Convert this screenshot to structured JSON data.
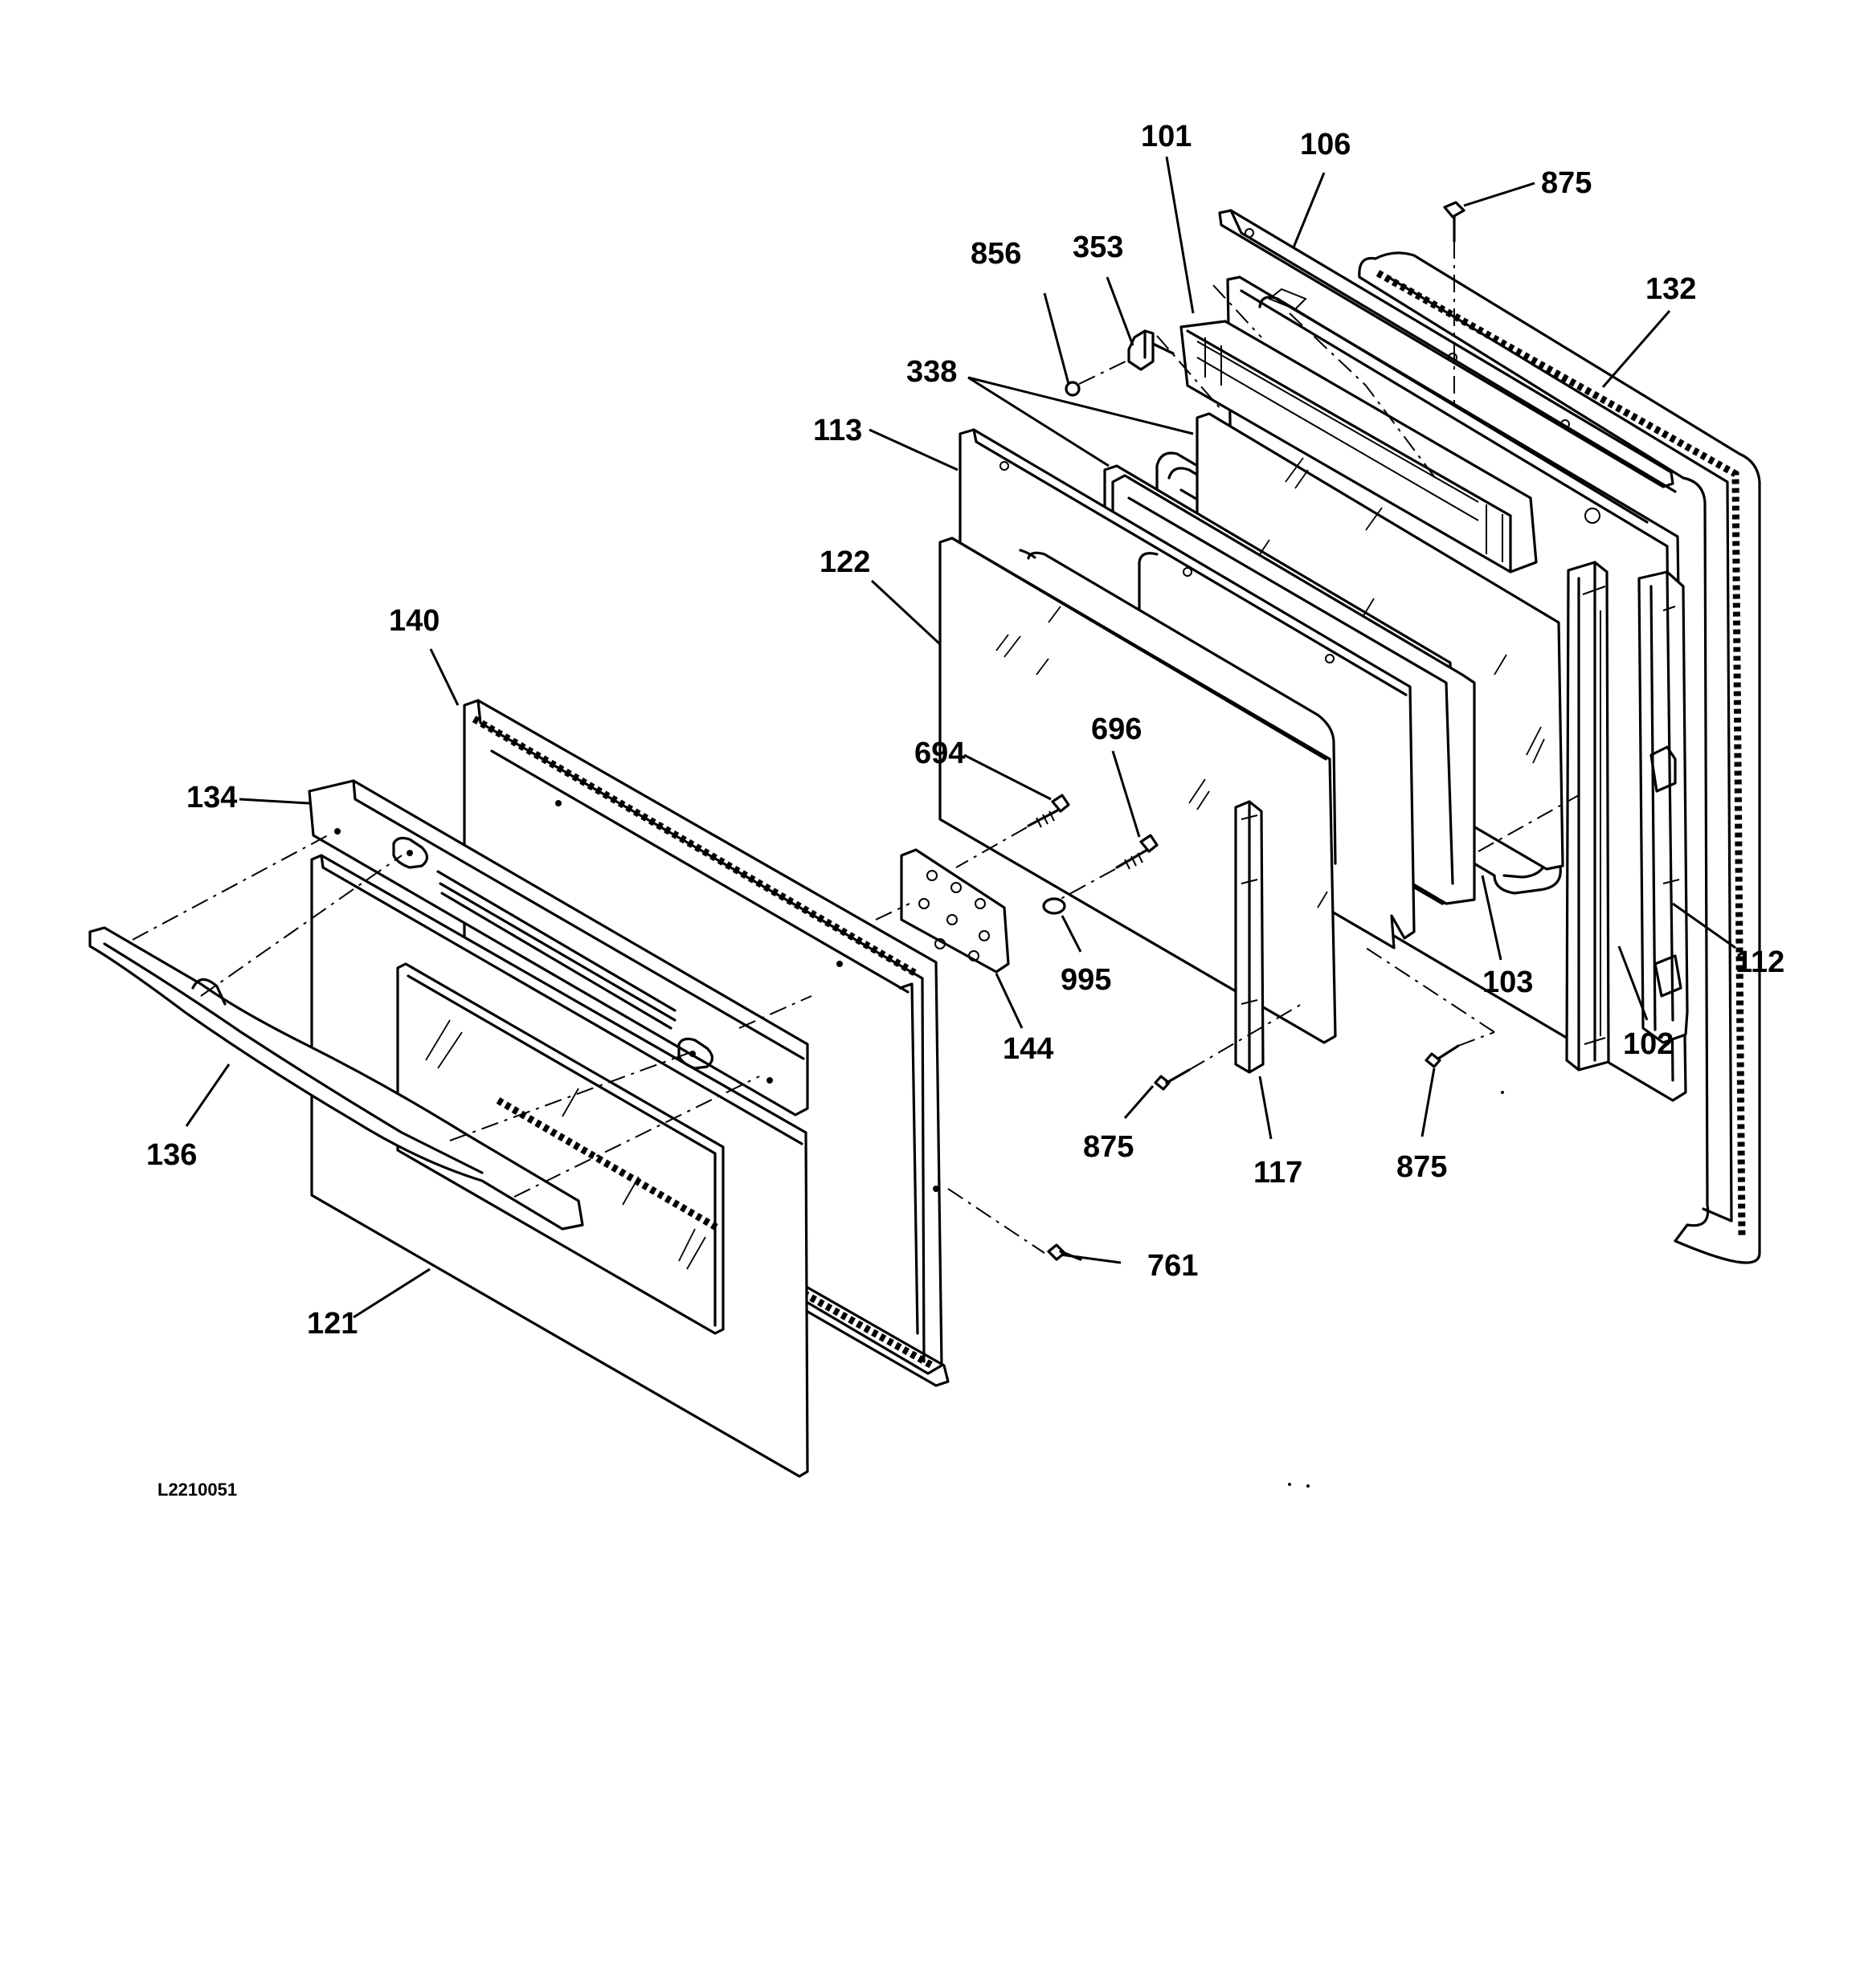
{
  "diagram": {
    "code": "L2210051",
    "labels": {
      "p101": "101",
      "p106": "106",
      "p875a": "875",
      "p132": "132",
      "p856": "856",
      "p353": "353",
      "p338": "338",
      "p113": "113",
      "p122": "122",
      "p140": "140",
      "p694": "694",
      "p696": "696",
      "p134": "134",
      "p995": "995",
      "p144": "144",
      "p103": "103",
      "p112": "112",
      "p102": "102",
      "p136": "136",
      "p875b": "875",
      "p117": "117",
      "p875c": "875",
      "p761": "761",
      "p121": "121"
    }
  }
}
